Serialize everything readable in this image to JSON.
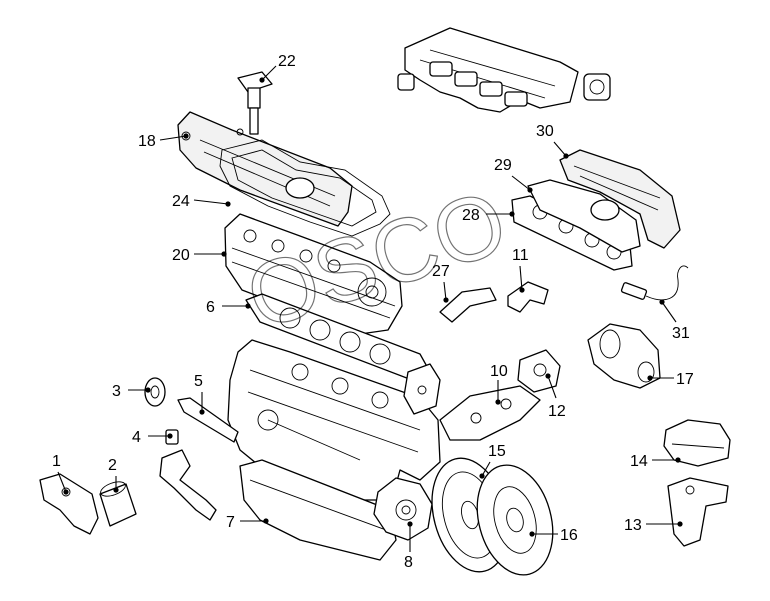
{
  "callouts": [
    {
      "id": "1",
      "label": "1"
    },
    {
      "id": "2",
      "label": "2"
    },
    {
      "id": "3",
      "label": "3"
    },
    {
      "id": "4",
      "label": "4"
    },
    {
      "id": "5",
      "label": "5"
    },
    {
      "id": "6",
      "label": "6"
    },
    {
      "id": "7",
      "label": "7"
    },
    {
      "id": "8",
      "label": "8"
    },
    {
      "id": "10",
      "label": "10"
    },
    {
      "id": "11",
      "label": "11"
    },
    {
      "id": "12",
      "label": "12"
    },
    {
      "id": "13",
      "label": "13"
    },
    {
      "id": "14",
      "label": "14"
    },
    {
      "id": "15",
      "label": "15"
    },
    {
      "id": "16",
      "label": "16"
    },
    {
      "id": "17",
      "label": "17"
    },
    {
      "id": "18",
      "label": "18"
    },
    {
      "id": "20",
      "label": "20"
    },
    {
      "id": "22",
      "label": "22"
    },
    {
      "id": "24",
      "label": "24"
    },
    {
      "id": "27",
      "label": "27"
    },
    {
      "id": "28",
      "label": "28"
    },
    {
      "id": "29",
      "label": "29"
    },
    {
      "id": "30",
      "label": "30"
    },
    {
      "id": "31",
      "label": "31"
    }
  ],
  "watermark": {
    "text": "OSCO"
  },
  "colors": {
    "line": "#000000",
    "background": "#ffffff"
  }
}
